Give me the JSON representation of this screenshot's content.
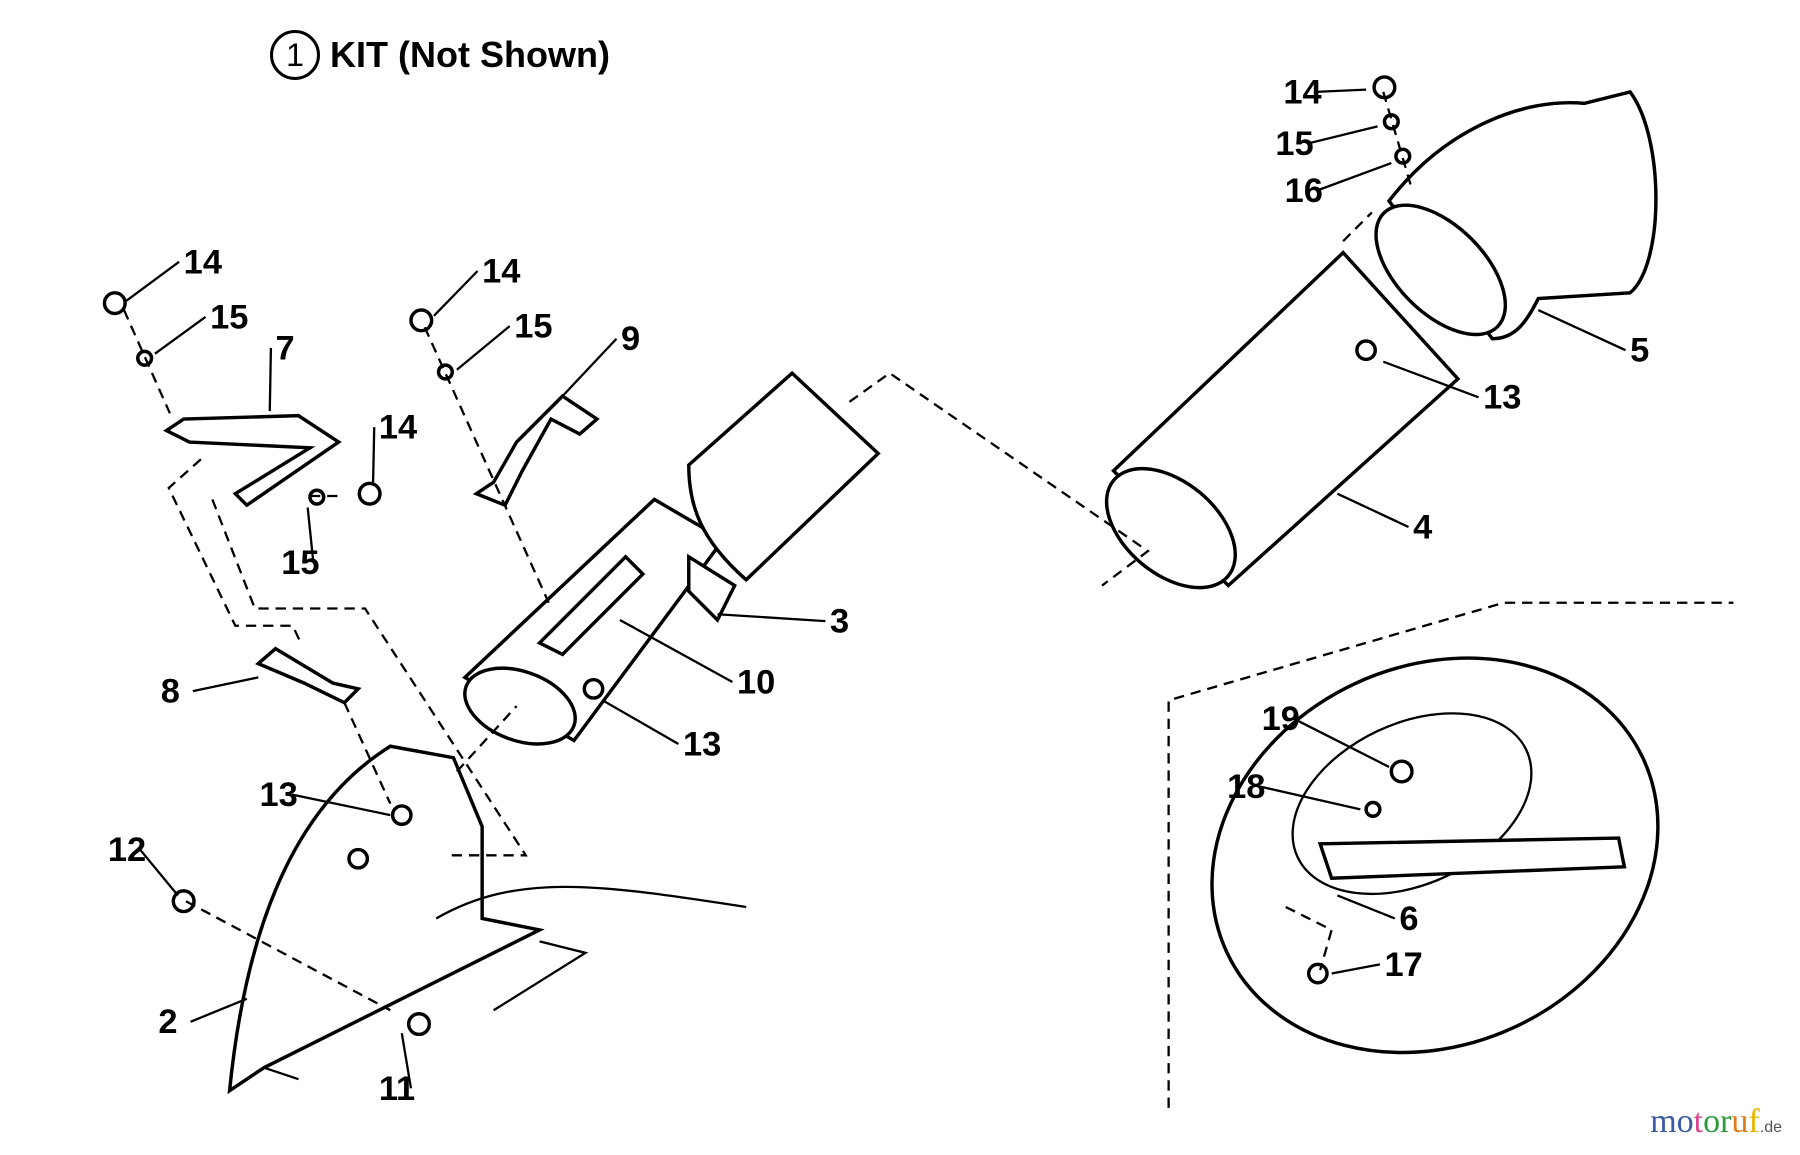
{
  "title": {
    "number": "1",
    "text": "KIT (Not Shown)"
  },
  "watermark": {
    "letters": [
      "m",
      "o",
      "t",
      "o",
      "r",
      "u",
      "f"
    ],
    "colors": [
      "#3b5ba5",
      "#3b5ba5",
      "#d9468f",
      "#2e9a3e",
      "#2e9a3e",
      "#e07b1a",
      "#e8b400"
    ],
    "suffix": ".de"
  },
  "callouts": [
    "14",
    "15",
    "7",
    "14",
    "15",
    "14",
    "15",
    "9",
    "8",
    "13",
    "12",
    "2",
    "11",
    "10",
    "13",
    "3",
    "4",
    "5",
    "13",
    "14",
    "15",
    "16",
    "19",
    "18",
    "6",
    "17"
  ]
}
